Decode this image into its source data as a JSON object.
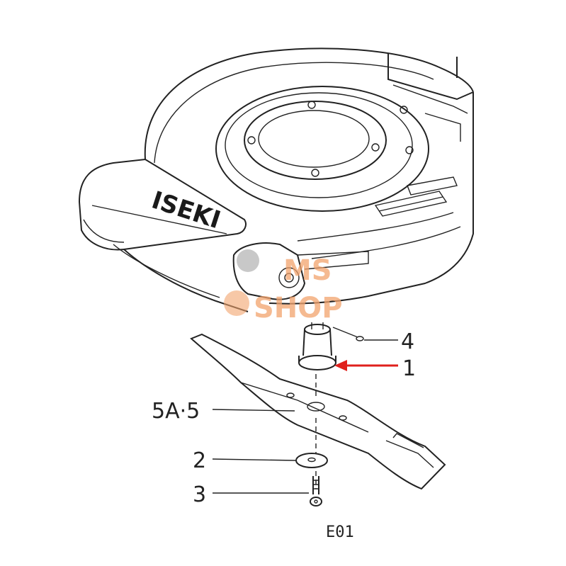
{
  "diagram": {
    "brand_text": "ISEKI",
    "watermark": {
      "line1": "MS",
      "line2": "SHOP",
      "color": "#f2a36d"
    },
    "arrow_color": "#e0201c",
    "figure_code": "E01",
    "callouts": [
      {
        "id": "4",
        "label": "4"
      },
      {
        "id": "1",
        "label": "1",
        "highlighted": true
      },
      {
        "id": "5",
        "label": "5A·5"
      },
      {
        "id": "2",
        "label": "2"
      },
      {
        "id": "3",
        "label": "3"
      }
    ]
  }
}
